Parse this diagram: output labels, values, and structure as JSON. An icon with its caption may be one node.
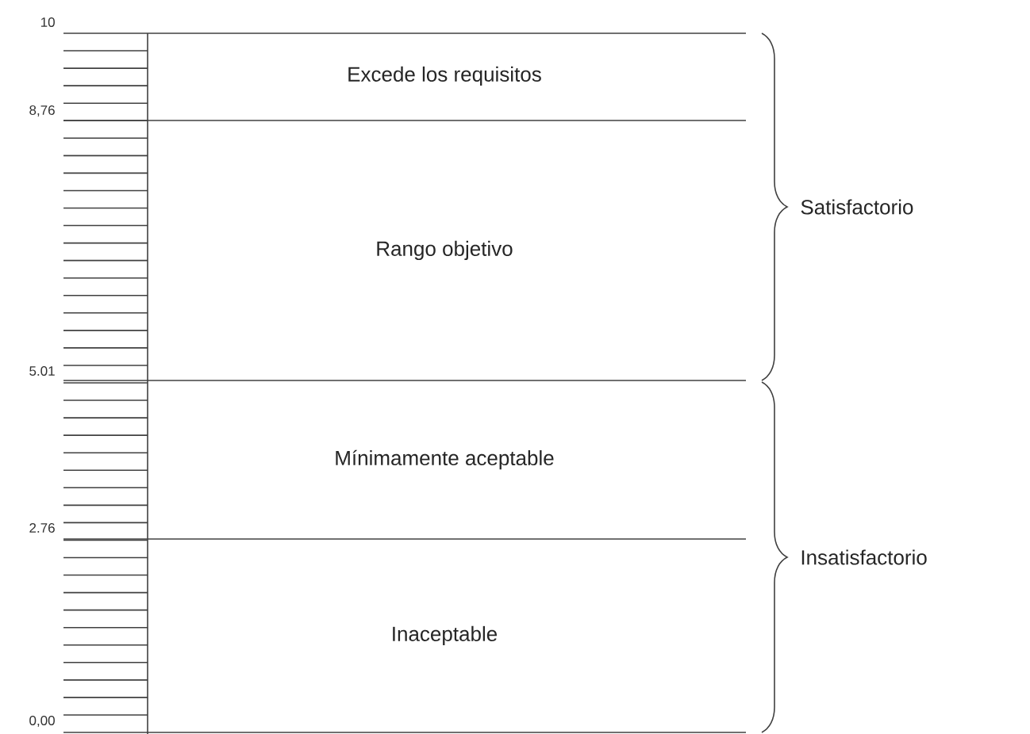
{
  "diagram": {
    "nodes": [
      {
        "text": [
          "Excede los requisitos"
        ]
      },
      {
        "text": [
          "Rango objetivo"
        ]
      },
      {
        "text": [
          "Mínimamente aceptable"
        ]
      },
      {
        "text": [
          "Inaceptable"
        ]
      }
    ],
    "labels": [
      "10",
      "8,76",
      "5.01",
      "2.76",
      "0,00",
      "Satisfactorio",
      "Insatisfactorio"
    ]
  }
}
